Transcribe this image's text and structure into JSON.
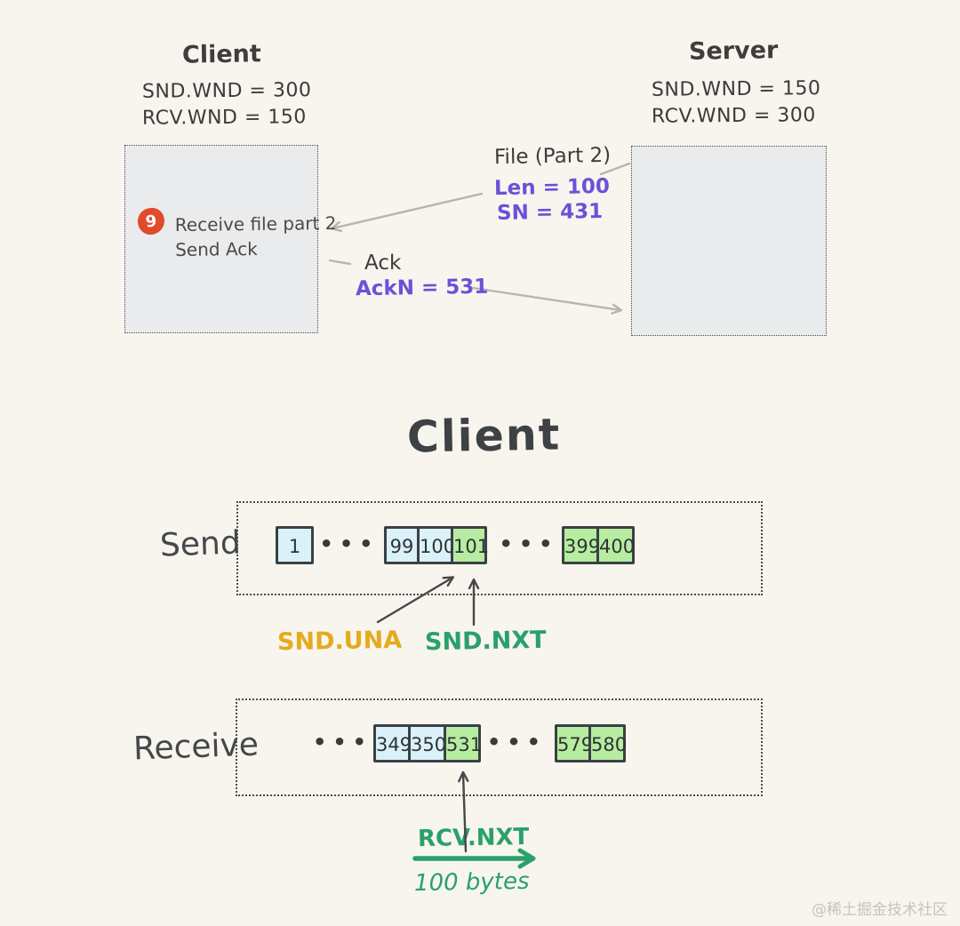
{
  "colors": {
    "background": "#f8f5ee",
    "ink": "#3b3b3b",
    "purple": "#6b51d9",
    "yellow": "#e3ab1d",
    "green": "#2aa06b",
    "badge_red": "#e04b2a",
    "box_fill": "#e9ebed",
    "cell_blue": "#daf1f9",
    "cell_green": "#b6eda1",
    "arrow_gray": "#b8b5ad"
  },
  "top": {
    "client": {
      "title": "Client",
      "snd_wnd": "SND.WND = 300",
      "rcv_wnd": "RCV.WND = 150"
    },
    "server": {
      "title": "Server",
      "snd_wnd": "SND.WND = 150",
      "rcv_wnd": "RCV.WND = 300"
    },
    "step": {
      "badge": "9",
      "line1": "Receive file part 2",
      "line2": "Send Ack"
    },
    "file_segment": {
      "label": "File (Part 2)",
      "len": "Len = 100",
      "sn": "SN = 431"
    },
    "ack_segment": {
      "label": "Ack",
      "ackn": "AckN = 531"
    }
  },
  "middle": {
    "title": "Client",
    "send": {
      "label": "Send",
      "cells": [
        {
          "value": "1",
          "style": "blue"
        },
        {
          "value": "•••",
          "style": "dots"
        },
        {
          "value": "99",
          "style": "blue"
        },
        {
          "value": "100",
          "style": "blue"
        },
        {
          "value": "101",
          "style": "green"
        },
        {
          "value": "•••",
          "style": "dots"
        },
        {
          "value": "399",
          "style": "green"
        },
        {
          "value": "400",
          "style": "green"
        }
      ],
      "snd_una": "SND.UNA",
      "snd_nxt": "SND.NXT"
    },
    "receive": {
      "label": "Receive",
      "cells": [
        {
          "value": "•••",
          "style": "dots"
        },
        {
          "value": "349",
          "style": "blue"
        },
        {
          "value": "350",
          "style": "blue"
        },
        {
          "value": "531",
          "style": "green"
        },
        {
          "value": "•••",
          "style": "dots"
        },
        {
          "value": "579",
          "style": "green"
        },
        {
          "value": "580",
          "style": "green"
        }
      ],
      "rcv_nxt": "RCV.NXT",
      "advance": "100 bytes"
    }
  },
  "watermark": "@稀土掘金技术社区"
}
